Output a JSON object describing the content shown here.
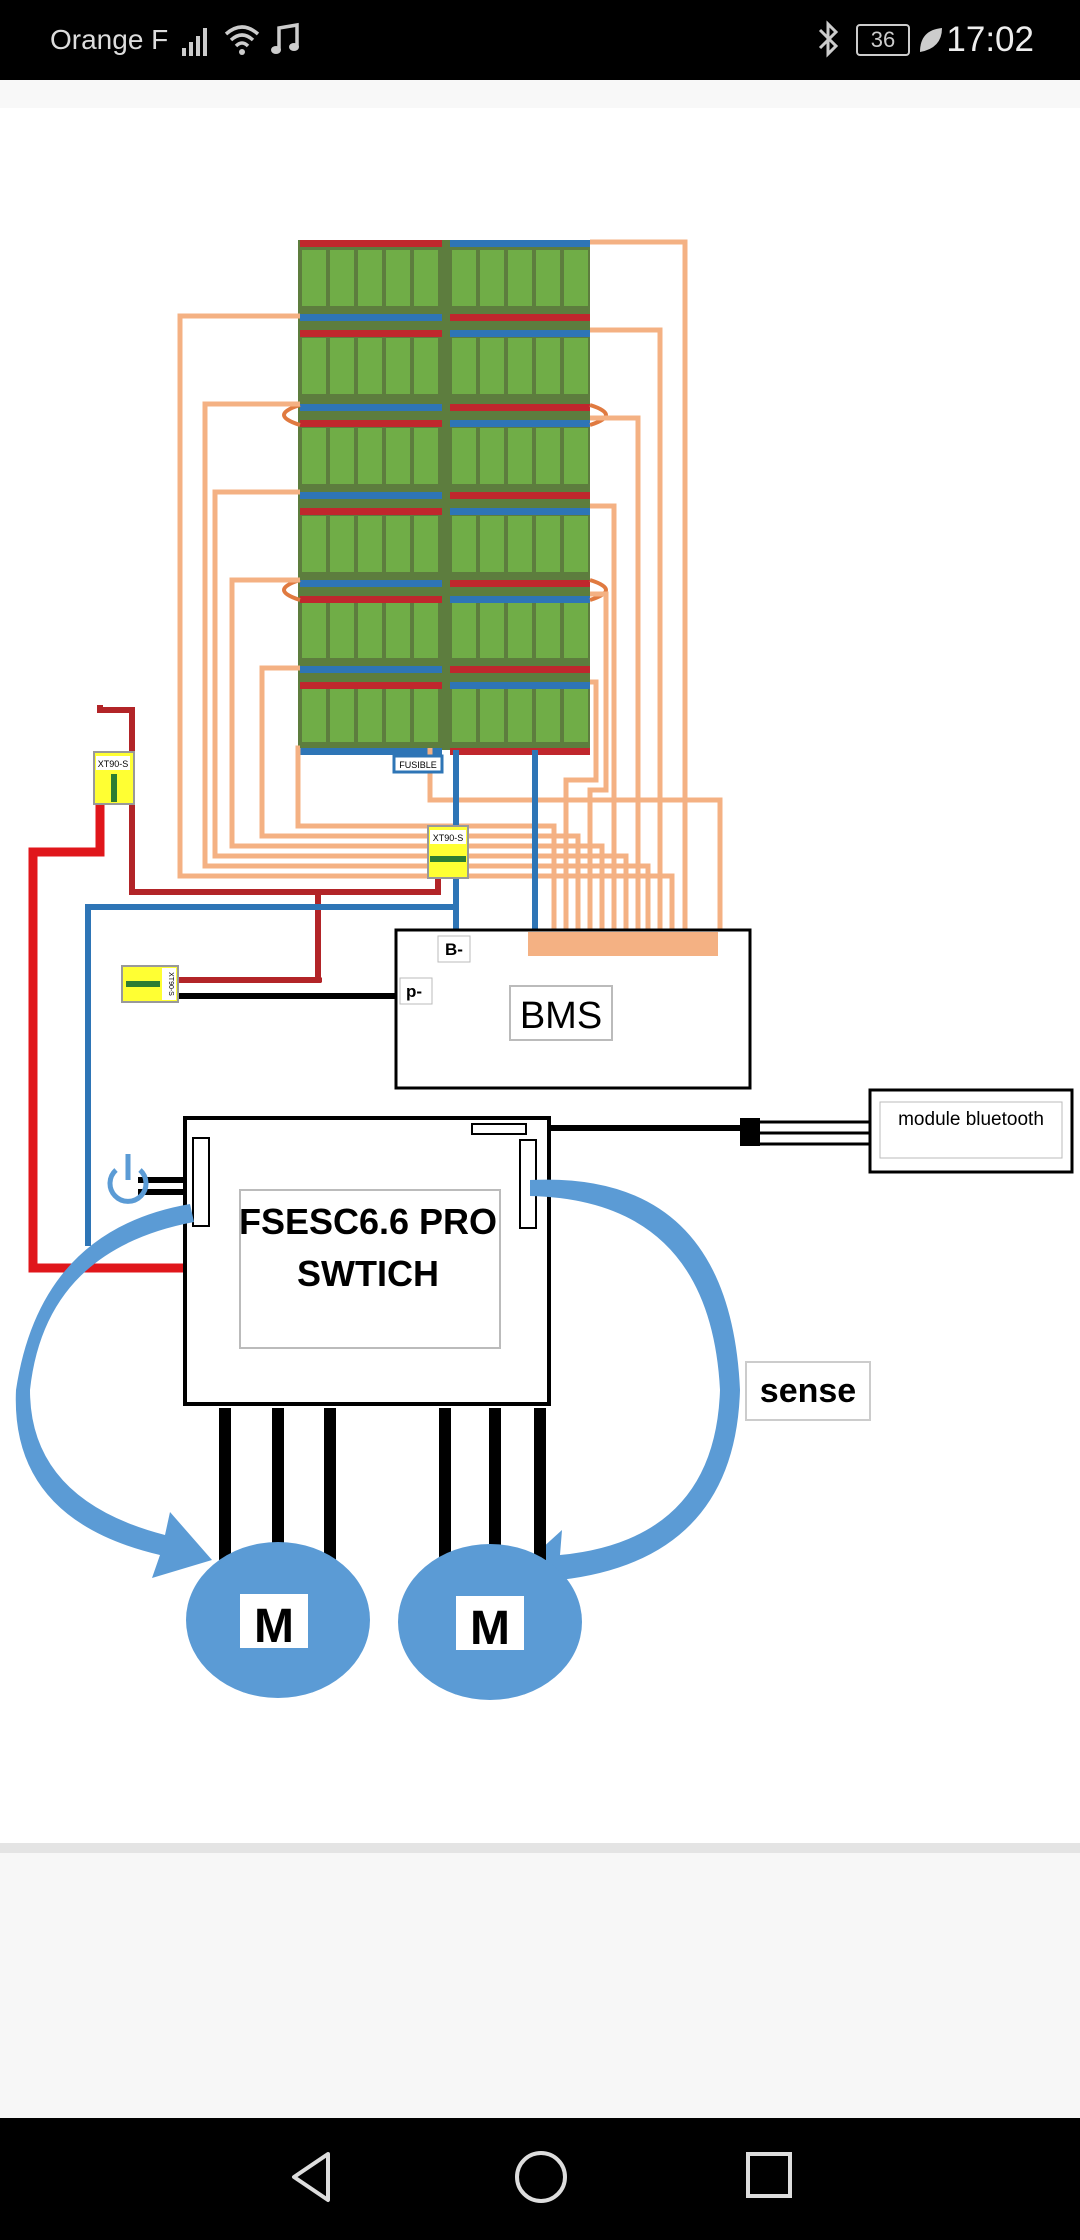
{
  "status_bar": {
    "carrier": "Orange F",
    "battery": "36",
    "time": "17:02",
    "icons": [
      "signal-icon",
      "wifi-icon",
      "music-note-icon",
      "bluetooth-icon",
      "battery-icon",
      "leaf-icon"
    ]
  },
  "diagram": {
    "connector_left": "XT90-S",
    "fuse": "FUSIBLE",
    "connector_center": "XT90-S",
    "connector_small": "XT90-S",
    "bms_b_minus": "B-",
    "bms_p_minus": "p-",
    "bms_title": "BMS",
    "bluetooth_module": "module bluetooth",
    "controller_line1": "FSESC6.6 PRO",
    "controller_line2": "SWTICH",
    "sense_label": "sense",
    "motor_left": "M",
    "motor_right": "M"
  },
  "colors": {
    "cell_green": "#70ad47",
    "busbar_red": "#c0272d",
    "busbar_blue": "#2e75b6",
    "balance_wire": "#f4b183",
    "motor_blue": "#5b9bd5",
    "main_red": "#e0161b",
    "main_blue": "#2e75b6",
    "connector_yellow": "#ffff33"
  },
  "nav_bar": {
    "buttons": [
      "back-icon",
      "home-icon",
      "recents-icon"
    ]
  }
}
